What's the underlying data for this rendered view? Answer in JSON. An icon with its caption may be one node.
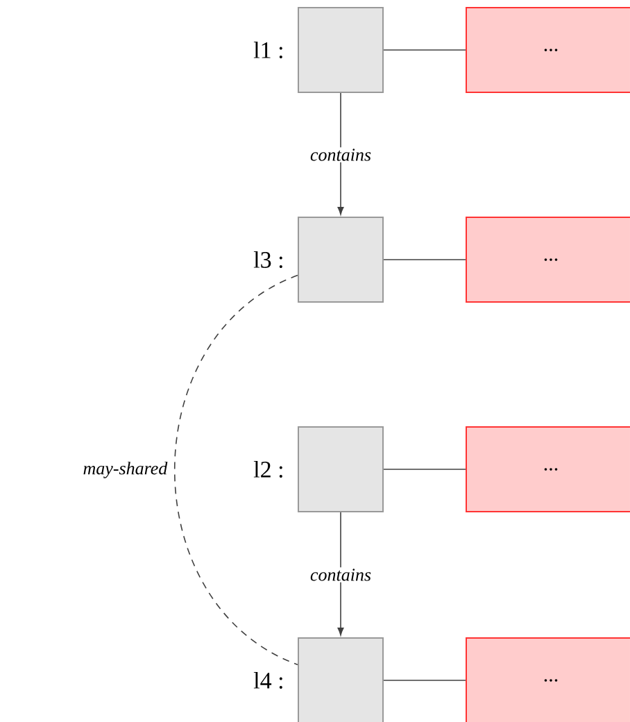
{
  "diagram": {
    "nodes": [
      {
        "text": [],
        "shape": "box",
        "beside": [
          "l1 :"
        ]
      },
      {
        "text": [
          "..."
        ]
      },
      {
        "text": [],
        "shape": "box",
        "beside": [
          "l3 :"
        ]
      },
      {
        "text": [
          "..."
        ]
      },
      {
        "text": [],
        "shape": "box",
        "beside": [
          "l2 :"
        ]
      },
      {
        "text": [
          "..."
        ]
      },
      {
        "text": [],
        "shape": "box",
        "beside": [
          "l4 :"
        ]
      },
      {
        "text": [
          "..."
        ]
      }
    ],
    "edges": [
      {
        "from": 0,
        "to": 1,
        "arrow": "none"
      },
      {
        "from": 0,
        "to": 2,
        "arrow": "to",
        "label": "contains"
      },
      {
        "from": 2,
        "to": 3,
        "arrow": "none"
      },
      {
        "from": 2,
        "to": 6,
        "arrow": "none",
        "label": "may-shared",
        "style": "dashed"
      },
      {
        "from": 4,
        "to": 5,
        "arrow": "none"
      },
      {
        "from": 4,
        "to": 6,
        "arrow": "to",
        "label": "contains"
      },
      {
        "from": 6,
        "to": 7,
        "arrow": "none"
      }
    ]
  }
}
